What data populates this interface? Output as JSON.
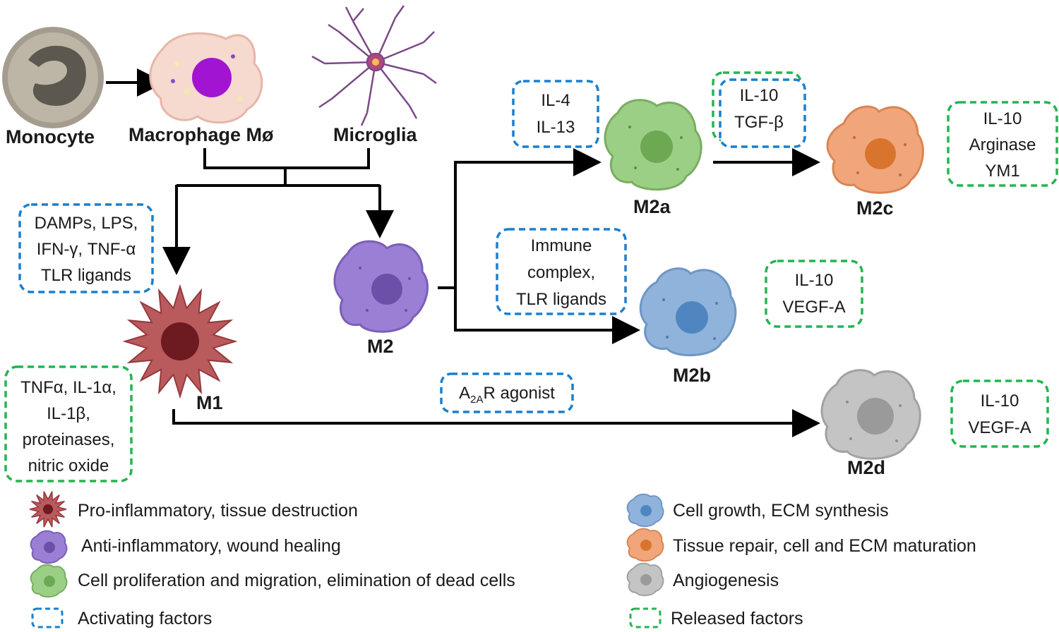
{
  "cells": {
    "monocyte": "Monocyte",
    "macrophage": "Macrophage Mø",
    "microglia": "Microglia",
    "m1": "M1",
    "m2": "M2",
    "m2a": "M2a",
    "m2b": "M2b",
    "m2c": "M2c",
    "m2d": "M2d"
  },
  "factors": {
    "m1_activating": [
      "DAMPs, LPS,",
      "IFN-γ, TNF-α",
      "TLR ligands"
    ],
    "m1_released": [
      "TNFα, IL-1α,",
      "IL-1β,",
      "proteinases,",
      "nitric oxide"
    ],
    "m2a_activating": [
      "IL-4",
      "IL-13"
    ],
    "m2c_activating": [
      "IL-10",
      "TGF-β"
    ],
    "m2c_released": [
      "IL-10",
      "Arginase",
      "YM1"
    ],
    "m2b_activating": [
      "Immune",
      "complex,",
      "TLR ligands"
    ],
    "m2b_released": [
      "IL-10",
      "VEGF-A"
    ],
    "m2d_activating": {
      "prefix": "A",
      "subscript": "2A",
      "suffix": "R agonist"
    },
    "m2d_released": [
      "IL-10",
      "VEGF-A"
    ]
  },
  "legend": {
    "m1": "Pro-inflammatory, tissue destruction",
    "m2": "Anti-inflammatory, wound healing",
    "m2a": "Cell proliferation and migration, elimination of dead cells",
    "activating": "Activating factors",
    "m2b": "Cell growth, ECM synthesis",
    "m2c": "Tissue repair, cell and ECM maturation",
    "m2d": "Angiogenesis",
    "released": "Released factors"
  },
  "colors": {
    "m1": "#a8474a",
    "m2": "#9b7fd4",
    "m2a": "#8fc07a",
    "m2b": "#7aa6d6",
    "m2c": "#e99a6c",
    "m2d": "#b5b5b5",
    "activating_border": "#1a7fd0",
    "released_border": "#22b550"
  }
}
